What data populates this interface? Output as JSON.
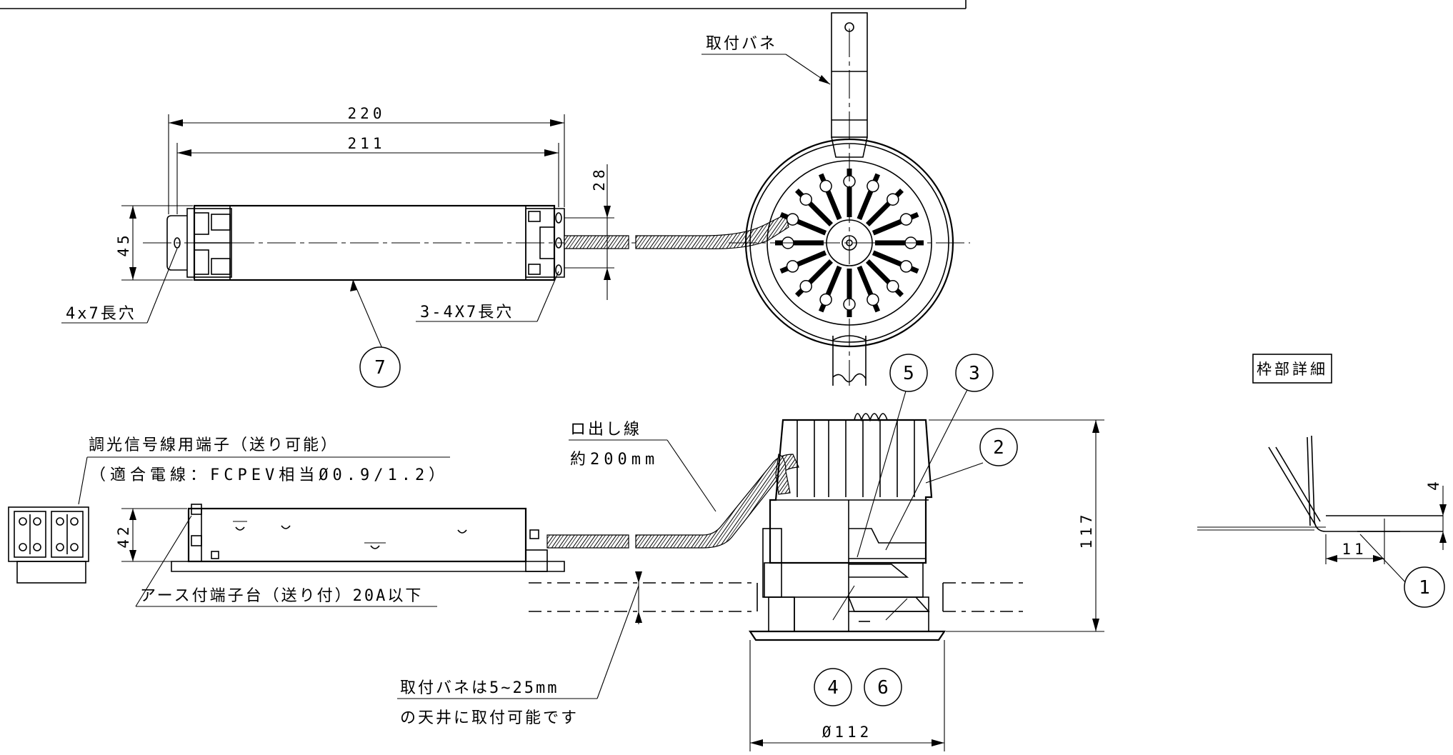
{
  "labels": {
    "spring_top": "取付バネ",
    "long_hole_4x7": "4x7長穴",
    "long_hole_3_4x7": "3-4X7長穴",
    "dimming_terminal": "調光信号線用端子（送り可能）",
    "compatible_wire": "（適合電線：FCPEV相当Ø0.9/1.2）",
    "earth_terminal": "アース付端子台（送り付）20A以下",
    "outlet_wire_1": "ロ出し線",
    "outlet_wire_2": "約200mm",
    "spring_range_1": "取付バネは5~25mm",
    "spring_range_2": "の天井に取付可能です",
    "frame_detail": "枠部詳細"
  },
  "dimensions": {
    "d220": "220",
    "d211": "211",
    "d28": "28",
    "d45": "45",
    "d42": "42",
    "d117": "117",
    "d112": "Ø112",
    "d4": "4",
    "d11": "11"
  },
  "callouts": [
    "1",
    "2",
    "3",
    "4",
    "5",
    "6",
    "7"
  ]
}
